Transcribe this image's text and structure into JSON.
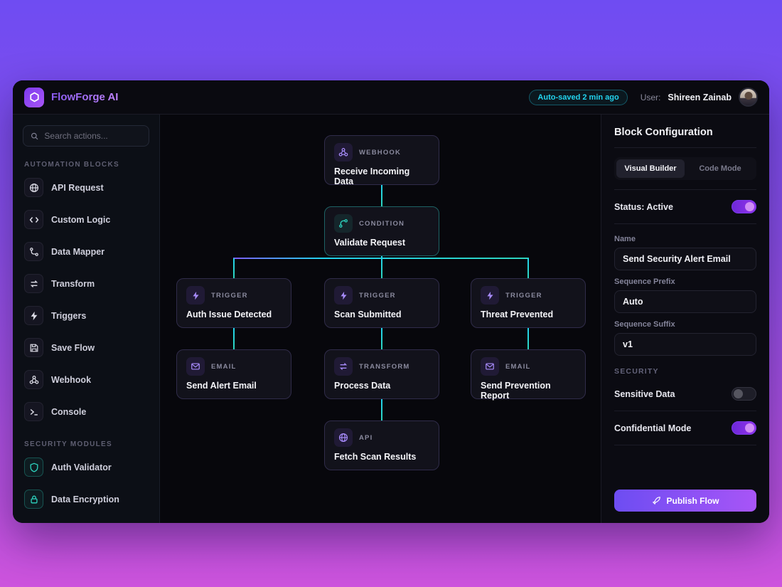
{
  "app": {
    "title": "FlowForge AI"
  },
  "header": {
    "autosave_badge": "Auto-saved 2 min ago",
    "user_label": "User:",
    "user_name": "Shireen Zainab"
  },
  "sidebar": {
    "search_placeholder": "Search actions...",
    "sections": [
      {
        "label": "AUTOMATION BLOCKS",
        "items": [
          {
            "label": "API Request",
            "icon": "globe-icon"
          },
          {
            "label": "Custom Logic",
            "icon": "code-icon"
          },
          {
            "label": "Data Mapper",
            "icon": "branch-icon"
          },
          {
            "label": "Transform",
            "icon": "swap-icon"
          },
          {
            "label": "Triggers",
            "icon": "lightning-icon"
          },
          {
            "label": "Save Flow",
            "icon": "save-icon"
          },
          {
            "label": "Webhook",
            "icon": "webhook-icon"
          },
          {
            "label": "Console",
            "icon": "terminal-icon"
          }
        ]
      },
      {
        "label": "SECURITY MODULES",
        "items": [
          {
            "label": "Auth Validator",
            "icon": "shield-icon"
          },
          {
            "label": "Data Encryption",
            "icon": "lock-icon"
          }
        ]
      }
    ]
  },
  "canvas": {
    "nodes": [
      {
        "type": "WEBHOOK",
        "title": "Receive Incoming Data",
        "icon": "webhook-icon",
        "accent": "purple"
      },
      {
        "type": "CONDITION",
        "title": "Validate Request",
        "icon": "branch-icon",
        "accent": "teal"
      },
      {
        "type": "TRIGGER",
        "title": "Auth Issue Detected",
        "icon": "lightning-icon",
        "accent": "purple"
      },
      {
        "type": "TRIGGER",
        "title": "Scan Submitted",
        "icon": "lightning-icon",
        "accent": "purple"
      },
      {
        "type": "TRIGGER",
        "title": "Threat Prevented",
        "icon": "lightning-icon",
        "accent": "purple"
      },
      {
        "type": "EMAIL",
        "title": "Send Alert Email",
        "icon": "email-icon",
        "accent": "purple"
      },
      {
        "type": "TRANSFORM",
        "title": "Process Data",
        "icon": "swap-icon",
        "accent": "purple"
      },
      {
        "type": "EMAIL",
        "title": "Send Prevention Report",
        "icon": "email-icon",
        "accent": "purple"
      },
      {
        "type": "API",
        "title": "Fetch Scan Results",
        "icon": "globe-icon",
        "accent": "purple"
      }
    ]
  },
  "panel": {
    "title": "Block Configuration",
    "tabs": [
      {
        "label": "Visual Builder",
        "active": true
      },
      {
        "label": "Code Mode",
        "active": false
      }
    ],
    "status_label": "Status: Active",
    "status_on": true,
    "fields": {
      "name": {
        "label": "Name",
        "value": "Send Security Alert Email"
      },
      "prefix": {
        "label": "Sequence Prefix",
        "value": "Auto"
      },
      "suffix": {
        "label": "Sequence Suffix",
        "value": "v1"
      }
    },
    "security": {
      "header": "SECURITY",
      "toggles": [
        {
          "label": "Sensitive Data",
          "on": false
        },
        {
          "label": "Confidential Mode",
          "on": true
        }
      ]
    },
    "publish_label": "Publish Flow"
  },
  "colors": {
    "accent_purple": "#a855f7",
    "accent_cyan": "#22d3ee",
    "accent_teal": "#2dd4bf",
    "bg_gradient_top": "#6f4cf2",
    "bg_gradient_bottom": "#cd53dd"
  }
}
